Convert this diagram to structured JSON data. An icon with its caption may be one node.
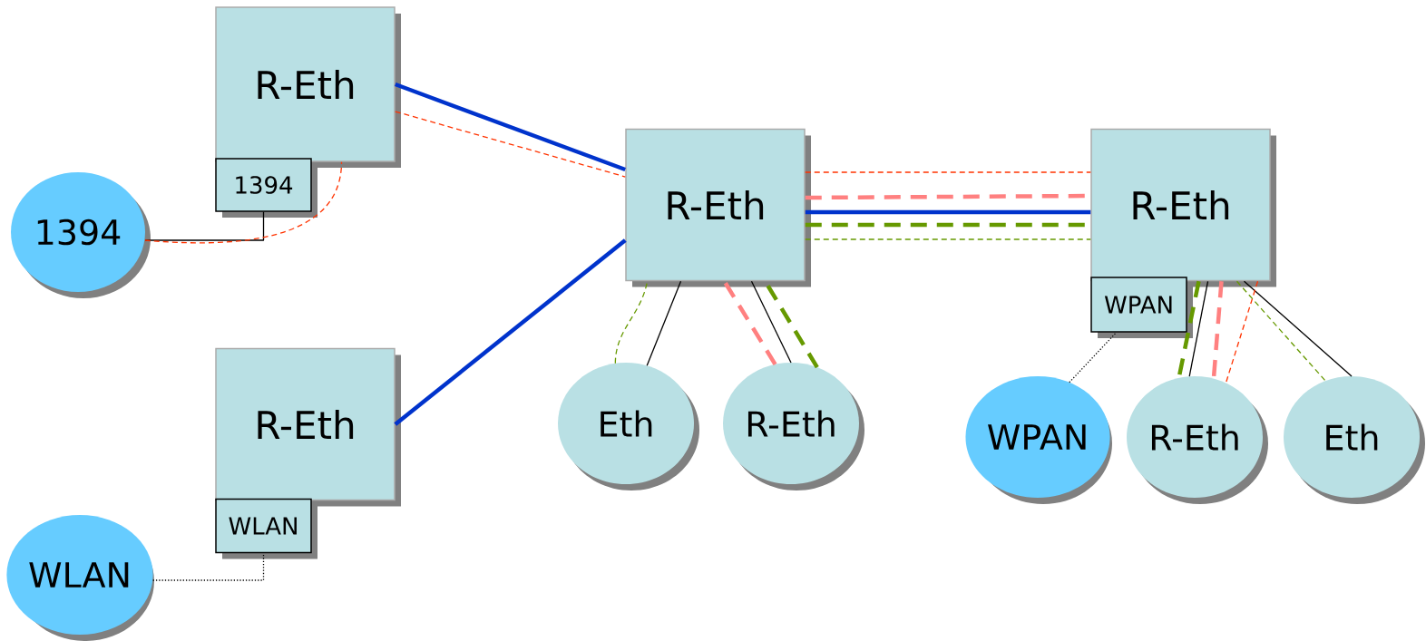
{
  "diagram": {
    "nodes": [
      {
        "text": [
          "R-Eth"
        ]
      },
      {
        "text": [
          "1394"
        ]
      },
      {
        "text": [
          "1394"
        ]
      },
      {
        "text": [
          "R-Eth"
        ]
      },
      {
        "text": [
          "WLAN"
        ]
      },
      {
        "text": [
          "WLAN"
        ]
      },
      {
        "text": [
          "R-Eth"
        ]
      },
      {
        "text": [
          "R-Eth"
        ]
      },
      {
        "text": [
          "WPAN"
        ]
      },
      {
        "text": [
          "Eth"
        ]
      },
      {
        "text": [
          "R-Eth"
        ]
      },
      {
        "text": [
          "WPAN"
        ]
      },
      {
        "text": [
          "R-Eth"
        ]
      },
      {
        "text": [
          "Eth"
        ]
      }
    ],
    "edges": [
      {
        "from": 0,
        "to": 6,
        "arrow": "none",
        "style": "thick",
        "color": "#0033cc"
      },
      {
        "from": 3,
        "to": 6,
        "arrow": "none",
        "style": "thick",
        "color": "#0033cc"
      },
      {
        "from": 6,
        "to": 7,
        "arrow": "none",
        "style": "thick",
        "color": "#0033cc"
      },
      {
        "from": 2,
        "to": 1,
        "arrow": "none"
      },
      {
        "from": 5,
        "to": 4,
        "arrow": "none",
        "style": "dashed"
      },
      {
        "from": 11,
        "to": 8,
        "arrow": "none",
        "style": "dashed"
      },
      {
        "from": 6,
        "to": 9,
        "arrow": "none"
      },
      {
        "from": 6,
        "to": 10,
        "arrow": "none"
      },
      {
        "from": 7,
        "to": 12,
        "arrow": "none"
      },
      {
        "from": 7,
        "to": 13,
        "arrow": "none"
      },
      {
        "from": 2,
        "to": 0,
        "arrow": "none",
        "style": "dashed",
        "color": "#ff3300"
      },
      {
        "from": 0,
        "to": 6,
        "arrow": "none",
        "style": "dashed",
        "color": "#ff3300"
      },
      {
        "from": 6,
        "to": 7,
        "arrow": "none",
        "style": "dashed",
        "color": "#ff3300"
      },
      {
        "from": 7,
        "to": 12,
        "arrow": "none",
        "style": "dashed",
        "color": "#ff3300"
      },
      {
        "from": 10,
        "to": 6,
        "arrow": "none",
        "style": "dashed",
        "color": "#ff8080"
      },
      {
        "from": 6,
        "to": 7,
        "arrow": "none",
        "style": "dashed",
        "color": "#ff8080"
      },
      {
        "from": 7,
        "to": 12,
        "arrow": "none",
        "style": "dashed",
        "color": "#ff8080"
      },
      {
        "from": 10,
        "to": 6,
        "arrow": "none",
        "style": "dashed",
        "color": "#669900"
      },
      {
        "from": 6,
        "to": 7,
        "arrow": "none",
        "style": "dashed",
        "color": "#669900"
      },
      {
        "from": 7,
        "to": 12,
        "arrow": "none",
        "style": "dashed",
        "color": "#669900"
      },
      {
        "from": 9,
        "to": 6,
        "arrow": "none",
        "style": "dashed",
        "color": "#669900"
      },
      {
        "from": 6,
        "to": 7,
        "arrow": "none",
        "style": "dashed",
        "color": "#669900"
      },
      {
        "from": 7,
        "to": 13,
        "arrow": "none",
        "style": "dashed",
        "color": "#669900"
      }
    ]
  }
}
